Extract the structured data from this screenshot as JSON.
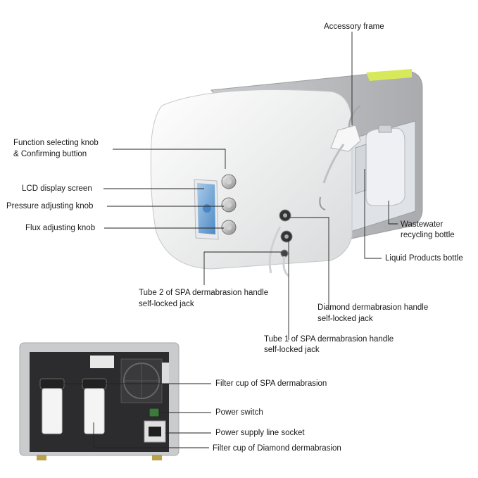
{
  "labels": {
    "accessory_frame": "Accessory frame",
    "function_knob_line1": "Function selecting knob",
    "function_knob_line2": "& Confirming buttion",
    "lcd_screen": "LCD display screen",
    "pressure_knob": "Pressure adjusting knob",
    "flux_knob": "Flux adjusting knob",
    "wastewater_line1": "Wastewater",
    "wastewater_line2": "recycling bottle",
    "liquid_bottle": "Liquid Products bottle",
    "tube2_line1": "Tube 2 of SPA dermabrasion handle",
    "tube2_line2": "self-locked jack",
    "diamond_jack_line1": "Diamond dermabrasion handle",
    "diamond_jack_line2": "self-locked jack",
    "tube1_line1": "Tube 1 of SPA dermabrasion handle",
    "tube1_line2": "self-locked jack",
    "filter_spa": "Filter cup of SPA dermabrasion",
    "power_switch": "Power switch",
    "power_socket": "Power supply line socket",
    "filter_diamond": "Filter cup of Diamond dermabrasion"
  },
  "colors": {
    "body_white": "#f2f2f2",
    "panel_gray": "#bdbfc1",
    "back_panel": "#2b2b2d",
    "lcd_blue": "#6fa8dc",
    "leader_line": "#222222"
  }
}
